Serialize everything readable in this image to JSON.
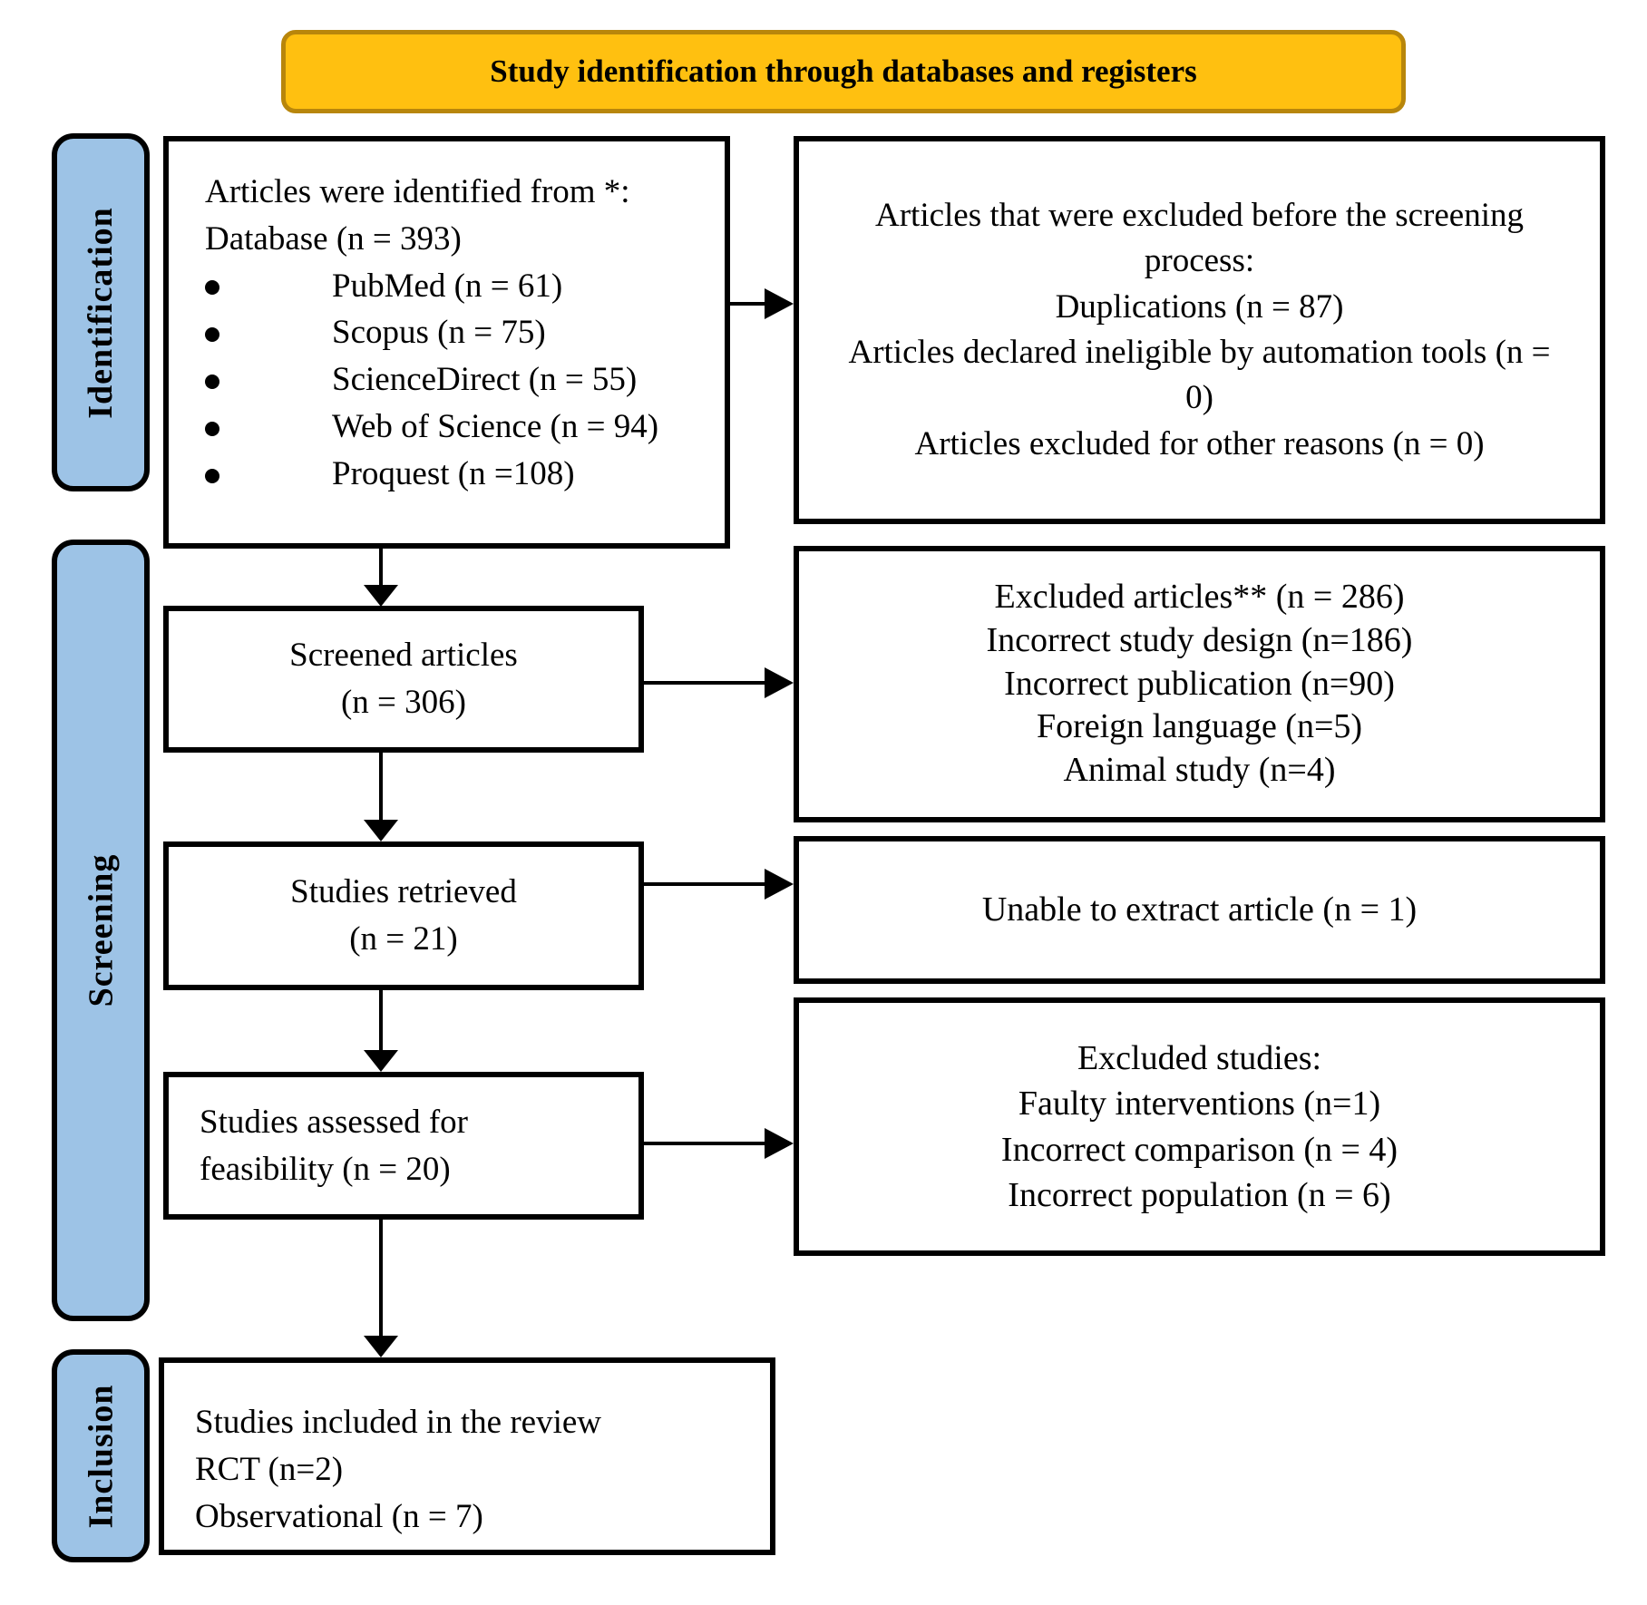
{
  "banner": {
    "title": "Study identification through databases and registers"
  },
  "stages": [
    {
      "label": "Identification"
    },
    {
      "label": "Screening"
    },
    {
      "label": "Inclusion"
    }
  ],
  "flow": {
    "identification_box": {
      "line1": "Articles were identified from *:",
      "line2": "Database (n = 393)",
      "sources": [
        "PubMed (n = 61)",
        "Scopus (n = 75)",
        "ScienceDirect (n = 55)",
        "Web of Science (n = 94)",
        "Proquest (n =108)"
      ]
    },
    "screened_box": {
      "line1": "Screened articles",
      "line2": "(n = 306)"
    },
    "retrieved_box": {
      "line1": "Studies retrieved",
      "line2": "(n = 21)"
    },
    "assessed_box": {
      "text": "Studies assessed for feasibility (n = 20)"
    },
    "included_box": {
      "line1": "Studies included in the review",
      "line2": "RCT (n=2)",
      "line3": "Observational (n = 7)"
    }
  },
  "exclusions": {
    "before_screening_box": {
      "line1": "Articles that were excluded before the screening process:",
      "line2": "Duplications (n = 87)",
      "line3": "Articles declared ineligible by automation tools (n = 0)",
      "line4": "Articles excluded for other reasons (n = 0)"
    },
    "excluded_articles_box": {
      "line1": "Excluded articles** (n = 286)",
      "line2": "Incorrect study design (n=186)",
      "line3": "Incorrect publication (n=90)",
      "line4": "Foreign language (n=5)",
      "line5": "Animal study (n=4)"
    },
    "unable_to_extract_box": {
      "text": "Unable to extract article (n = 1)"
    },
    "excluded_studies_box": {
      "line1": "Excluded studies:",
      "line2": "Faulty interventions (n=1)",
      "line3": "Incorrect comparison (n = 4)",
      "line4": "Incorrect population (n = 6)"
    }
  },
  "colors": {
    "banner_bg": "#FFC010",
    "banner_border": "#B8860B",
    "stage_label_bg": "#9DC3E6",
    "box_border": "#000000",
    "background": "#FFFFFF"
  }
}
